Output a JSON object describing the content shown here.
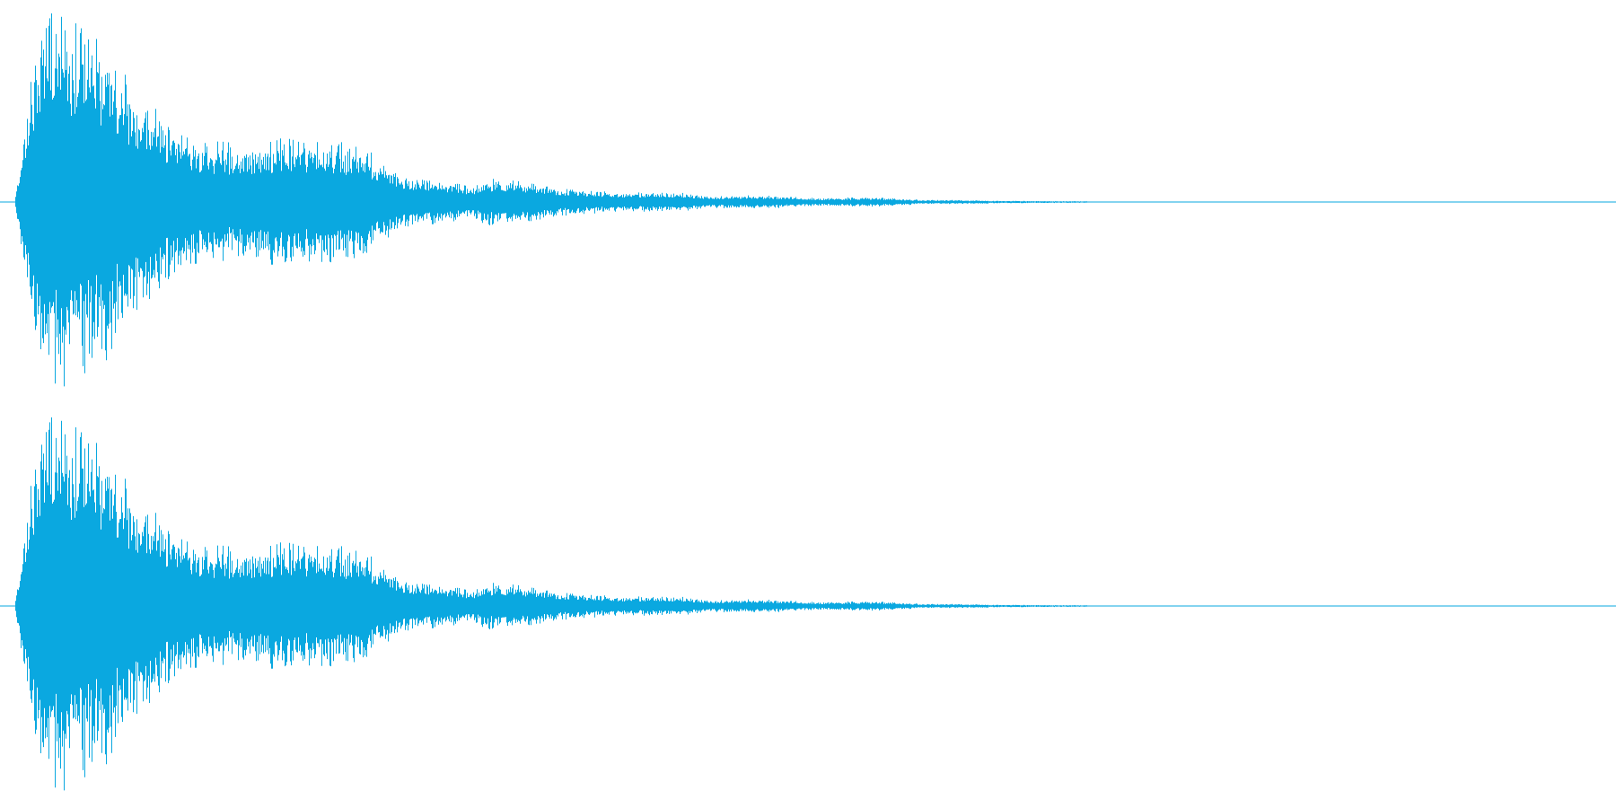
{
  "waveform": {
    "channels": [
      {
        "name": "",
        "id": "left"
      },
      {
        "name": "",
        "id": "right"
      }
    ],
    "colors": {
      "background": "#ffffff",
      "wave": "#0aa8e0",
      "baseline": "#0aa8e0"
    },
    "envelope": {
      "description_free": true,
      "points": [
        [
          0.0,
          0.0
        ],
        [
          0.008,
          0.55
        ],
        [
          0.015,
          1.0
        ],
        [
          0.03,
          0.95
        ],
        [
          0.045,
          0.85
        ],
        [
          0.06,
          0.82
        ],
        [
          0.075,
          0.55
        ],
        [
          0.095,
          0.42
        ],
        [
          0.11,
          0.32
        ],
        [
          0.14,
          0.3
        ],
        [
          0.17,
          0.33
        ],
        [
          0.19,
          0.32
        ],
        [
          0.215,
          0.28
        ],
        [
          0.24,
          0.14
        ],
        [
          0.27,
          0.1
        ],
        [
          0.285,
          0.08
        ],
        [
          0.29,
          0.12
        ],
        [
          0.31,
          0.11
        ],
        [
          0.34,
          0.07
        ],
        [
          0.37,
          0.05
        ],
        [
          0.41,
          0.05
        ],
        [
          0.43,
          0.03
        ],
        [
          0.46,
          0.035
        ],
        [
          0.5,
          0.02
        ],
        [
          0.53,
          0.025
        ],
        [
          0.56,
          0.012
        ],
        [
          0.62,
          0.006
        ],
        [
          0.665,
          0.004
        ],
        [
          0.67,
          0.0
        ],
        [
          1.0,
          0.0
        ]
      ]
    }
  }
}
